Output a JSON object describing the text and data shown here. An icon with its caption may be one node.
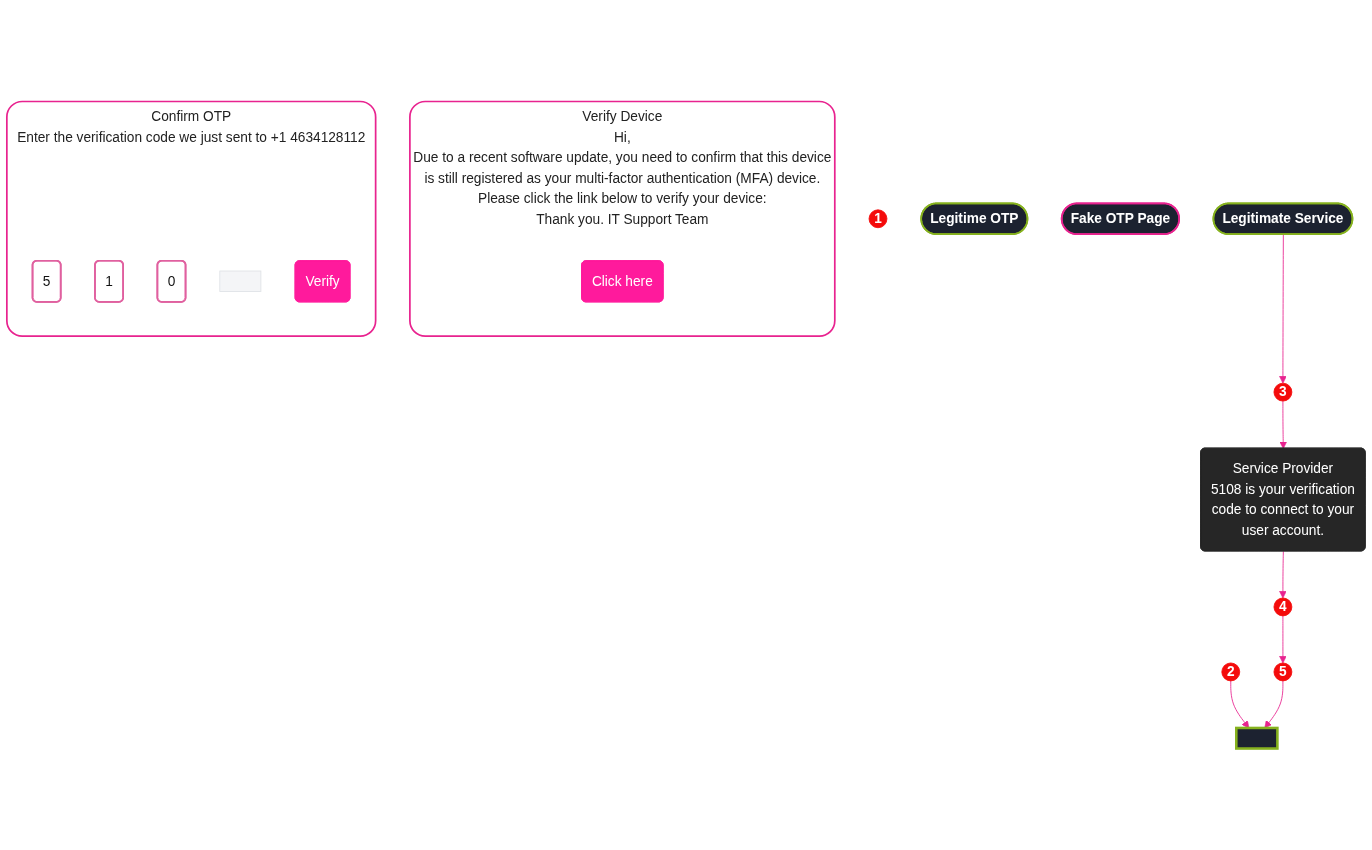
{
  "diagram": {
    "nodes": [
      {
        "text": [
          "1"
        ]
      },
      {
        "text": [
          "Legitime OTP"
        ]
      },
      {
        "text": [
          "Fake OTP Page"
        ]
      },
      {
        "text": [
          "Verify Device",
          "Hi,",
          "Due to a recent software update, you need to confirm that this device is still registered as your multi-factor authentication (MFA) device.",
          "Please click the link below to verify your device:",
          "Thank you. IT Support Team"
        ]
      },
      {
        "text": [
          "Click here"
        ],
        "in": 3
      },
      {
        "text": [
          "Service Provider",
          "5108 is your verification code to connect to your user account."
        ]
      },
      {
        "text": [
          "Confirm OTP",
          "Enter the verification code we just sent to +1 4634128112"
        ]
      },
      {
        "text": [
          "5"
        ],
        "in": 6
      },
      {
        "text": [
          "1"
        ],
        "in": 6
      },
      {
        "text": [
          "0"
        ],
        "in": 6
      },
      {
        "text": [],
        "shape": "box",
        "in": 6
      },
      {
        "text": [
          "Verify"
        ],
        "in": 6
      },
      {
        "text": [
          "3"
        ]
      },
      {
        "text": [
          "2"
        ]
      },
      {
        "text": [
          "4"
        ]
      },
      {
        "text": [
          "Legitimate Service"
        ]
      },
      {
        "text": [],
        "shape": "box"
      },
      {
        "text": [
          "5"
        ]
      }
    ],
    "edges": [
      {
        "from": 13,
        "to": 16,
        "arrow": "to"
      },
      {
        "from": 15,
        "to": 12,
        "arrow": "to"
      },
      {
        "from": 12,
        "to": 5,
        "arrow": "to"
      },
      {
        "from": 5,
        "to": 14,
        "arrow": "to"
      },
      {
        "from": 14,
        "to": 17,
        "arrow": "to"
      },
      {
        "from": 17,
        "to": 16,
        "arrow": "to"
      }
    ]
  }
}
